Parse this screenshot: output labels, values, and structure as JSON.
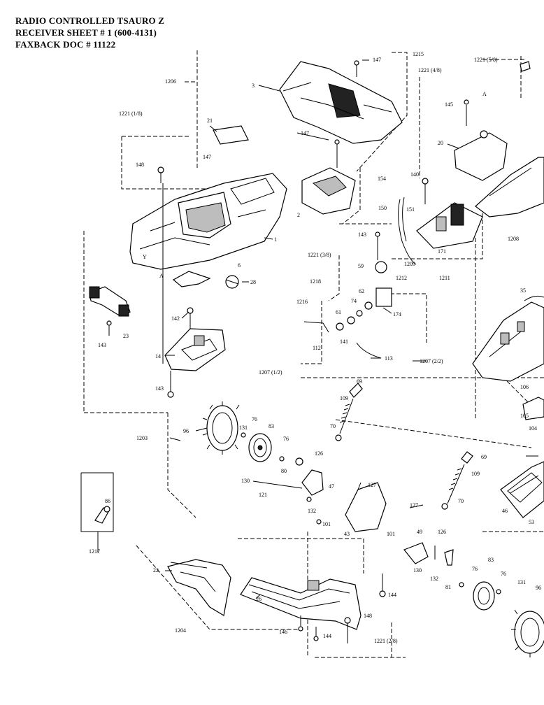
{
  "header": {
    "line1": "RADIO CONTROLLED TSAURO  Z",
    "line2": "RECEIVER SHEET # 1  (600-4131)",
    "line3": "FAXBACK DOC # 11122"
  },
  "labels": {
    "l1206": "1206",
    "l1215": "1215",
    "l147a": "147",
    "l3": "3",
    "l1221_48": "1221 (4/8)",
    "l1221_58": "1221 (5/8)",
    "l1221_18": "1221 (1/8)",
    "l21": "21",
    "l147b": "147",
    "l145": "145",
    "lA1": "A",
    "l20": "20",
    "l147c": "147",
    "l148a": "148",
    "l154": "154",
    "l140": "140",
    "l150": "150",
    "l151": "151",
    "l1": "1",
    "l2": "2",
    "lY": "Y",
    "lA2": "A",
    "l143a": "143",
    "l1221_38": "1221 (3/8)",
    "l171": "171",
    "l1208": "1208",
    "l1209": "1209",
    "l1211": "1211",
    "l59": "59",
    "l6": "6",
    "l28": "28",
    "l1218": "1218",
    "l1212": "1212",
    "l35": "35",
    "l62": "62",
    "l74": "74",
    "l1216": "1216",
    "l61": "61",
    "l174": "174",
    "l142": "142",
    "l143b": "143",
    "l23": "23",
    "l112": "112",
    "l141": "141",
    "l14": "14",
    "l113": "113",
    "l1207_22": "1207 (2/2)",
    "l1207_12": "1207 (1/2)",
    "l143c": "143",
    "l69a": "69",
    "l109a": "109",
    "l106": "106",
    "l105": "105",
    "l104": "104",
    "l131a": "131",
    "l96a": "96",
    "l76a": "76",
    "l83a": "83",
    "l1203": "1203",
    "l76b": "76",
    "l70a": "70",
    "l126a": "126",
    "l80": "80",
    "l69b": "69",
    "l109b": "109",
    "l86": "86",
    "l130a": "130",
    "l47": "47",
    "l127a": "127",
    "l46": "46",
    "l121": "121",
    "l127b": "127",
    "l70b": "70",
    "l132a": "132",
    "l101a": "101",
    "l43": "43",
    "l53": "53",
    "l101b": "101",
    "l1217": "1217",
    "l49": "49",
    "l126b": "126",
    "l22": "22",
    "l130b": "130",
    "l76c": "76",
    "l83b": "83",
    "l132b": "132",
    "l81": "81",
    "l76d": "76",
    "l131b": "131",
    "l96b": "96",
    "l26": "26",
    "l144a": "144",
    "l148b": "148",
    "l1204": "1204",
    "l146": "146",
    "l144b": "144",
    "l1221_28": "1221 (2/8)"
  }
}
